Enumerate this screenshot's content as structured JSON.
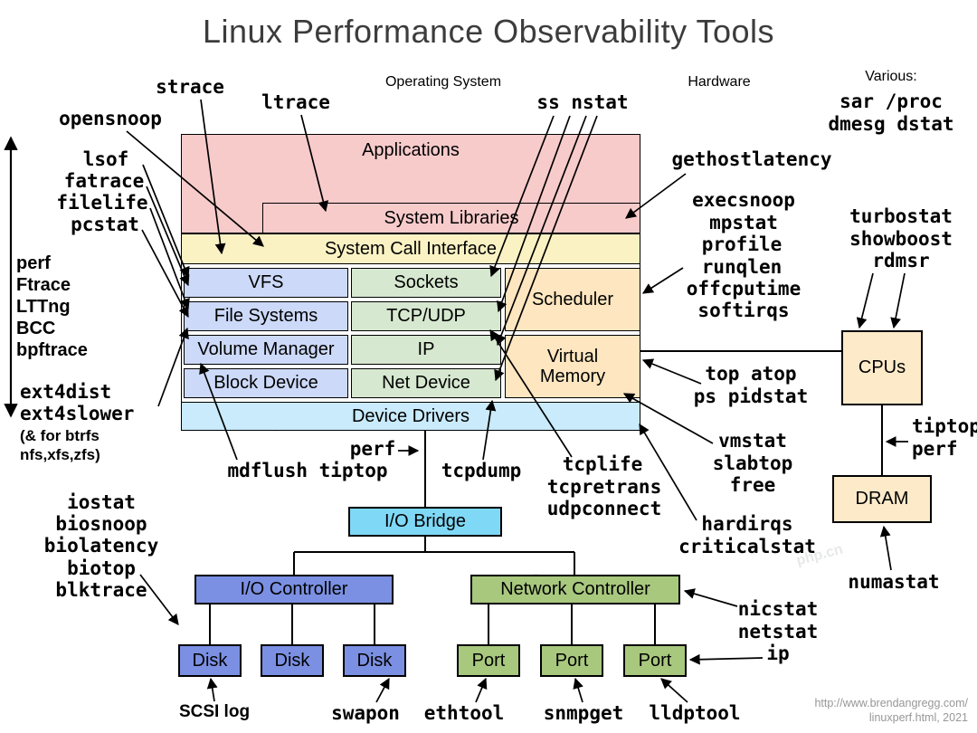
{
  "title": "Linux Performance Observability Tools",
  "watermark": "php.cn",
  "headers": {
    "operating_system": "Operating System",
    "hardware": "Hardware",
    "various": "Various:"
  },
  "boxes": {
    "applications": "Applications",
    "system_libraries": "System Libraries",
    "system_call_interface": "System Call Interface",
    "vfs": "VFS",
    "file_systems": "File Systems",
    "volume_manager": "Volume Manager",
    "block_device": "Block Device",
    "sockets": "Sockets",
    "tcp_udp": "TCP/UDP",
    "ip": "IP",
    "net_device": "Net Device",
    "scheduler": "Scheduler",
    "virtual_memory": "Virtual Memory",
    "device_drivers": "Device Drivers",
    "io_bridge": "I/O Bridge",
    "io_controller": "I/O Controller",
    "network_controller": "Network Controller",
    "disk": "Disk",
    "port": "Port",
    "cpus": "CPUs",
    "dram": "DRAM"
  },
  "tools": {
    "strace": "strace",
    "opensnoop": "opensnoop",
    "ltrace": "ltrace",
    "ss_nstat": "ss nstat",
    "lsof": "lsof",
    "fatrace": "fatrace",
    "filelife": "filelife",
    "pcstat": "pcstat",
    "gethostlatency": "gethostlatency",
    "execsnoop": "execsnoop",
    "mpstat": "mpstat",
    "profile": "profile",
    "runqlen": "runqlen",
    "offcputime": "offcputime",
    "softirqs": "softirqs",
    "sar_proc": "sar /proc",
    "dmesg_dstat": "dmesg dstat",
    "turbostat": "turbostat",
    "showboost": "showboost",
    "rdmsr": "rdmsr",
    "perf_left": "perf",
    "ftrace": "Ftrace",
    "lttng": "LTTng",
    "bcc": "BCC",
    "bpftrace": "bpftrace",
    "ext4dist": "ext4dist",
    "ext4slower": "ext4slower",
    "fs_note_1": "(& for btrfs",
    "fs_note_2": "nfs,xfs,zfs)",
    "top_atop": "top atop",
    "ps_pidstat": "ps pidstat",
    "vmstat": "vmstat",
    "slabtop": "slabtop",
    "free": "free",
    "hardirqs": "hardirqs",
    "criticalstat": "criticalstat",
    "tiptop_right": "tiptop",
    "perf_right": "perf",
    "perf_block": "perf",
    "mdflush_tiptop": "mdflush tiptop",
    "tcpdump": "tcpdump",
    "tcplife": "tcplife",
    "tcpretrans": "tcpretrans",
    "udpconnect": "udpconnect",
    "iostat": "iostat",
    "biosnoop": "biosnoop",
    "biolatency": "biolatency",
    "biotop": "biotop",
    "blktrace": "blktrace",
    "nicstat": "nicstat",
    "netstat": "netstat",
    "ip": "ip",
    "numastat": "numastat",
    "scsi_log": "SCSI log",
    "swapon": "swapon",
    "ethtool": "ethtool",
    "snmpget": "snmpget",
    "lldptool": "lldptool"
  },
  "footer": {
    "line1": "http://www.brendangregg.com/",
    "line2": "linuxperf.html, 2021"
  },
  "palette": {
    "applications_pink": "#f8cbcb",
    "syscall_yellow": "#fbf2c4",
    "filesystem_blue": "#ccd9f8",
    "network_green": "#d6e8d0",
    "memory_orange": "#fde6c0",
    "drivers_cyan": "#c9ebfb",
    "bridge_cyan": "#7fd8f6",
    "controller_blue": "#7b90e2",
    "controller_green": "#a8c87e",
    "hardware_tan": "#fceac9"
  }
}
